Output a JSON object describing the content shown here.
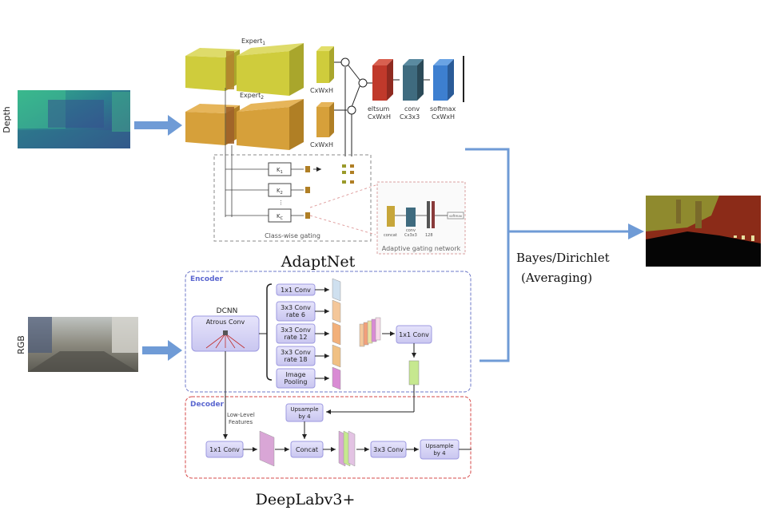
{
  "inputs": {
    "depth_label": "Depth",
    "rgb_label": "RGB"
  },
  "adaptnet": {
    "caption": "AdaptNet",
    "expert1_label": "Expert",
    "expert1_sub": "1",
    "expert2_label": "Expert",
    "expert2_sub": "2",
    "cxwxh_top": "CxWxH",
    "cxwxh_bottom": "CxWxH",
    "eltsum_label": "eltsum",
    "eltsum_dims": "CxWxH",
    "conv_label": "conv",
    "conv_dims": "Cx3x3",
    "softmax_label": "softmax",
    "softmax_dims": "CxWxH",
    "k1_label": "K",
    "k1_sub": "1",
    "k2_label": "K",
    "k2_sub": "2",
    "kc_label": "K",
    "kc_sub": "C",
    "class_gating_label": "Class-wise gating",
    "adaptive_gating_label": "Adaptive gating network",
    "adaptive_concat": "concat",
    "adaptive_conv": "conv",
    "adaptive_conv_dims": "Cx3x3",
    "adaptive_dim": "128",
    "adaptive_softmax": "softmax"
  },
  "deeplab": {
    "caption": "DeepLabv3+",
    "encoder_label": "Encoder",
    "decoder_label": "Decoder",
    "dcnn_label": "DCNN",
    "atrous_label": "Atrous Conv",
    "branches": [
      "1x1 Conv",
      "3x3 Conv\nrate 6",
      "3x3 Conv\nrate 12",
      "3x3 Conv\nrate 18",
      "Image\nPooling"
    ],
    "enc_conv": "1x1 Conv",
    "low_level_line1": "Low-Level",
    "low_level_line2": "Features",
    "dec_upsample_top_1": "Upsample",
    "dec_upsample_top_2": "by 4",
    "dec_conv1": "1x1 Conv",
    "dec_concat": "Concat",
    "dec_conv3": "3x3 Conv",
    "dec_upsample_out_1": "Upsample",
    "dec_upsample_out_2": "by 4"
  },
  "fusion": {
    "line1": "Bayes/Dirichlet",
    "line2": "(Averaging)"
  },
  "colors": {
    "arrow_blue": "#6f9bd6",
    "expert_yellow": "#cfcc3c",
    "expert_orange": "#d6a03a",
    "eltsum_red": "#c0392b",
    "conv_teal": "#3f6b7f",
    "softmax_blue": "#3d7fd0",
    "encoder_border": "#6e78c8",
    "decoder_border": "#d64a4a",
    "block_purple": "#d8d6f5"
  }
}
